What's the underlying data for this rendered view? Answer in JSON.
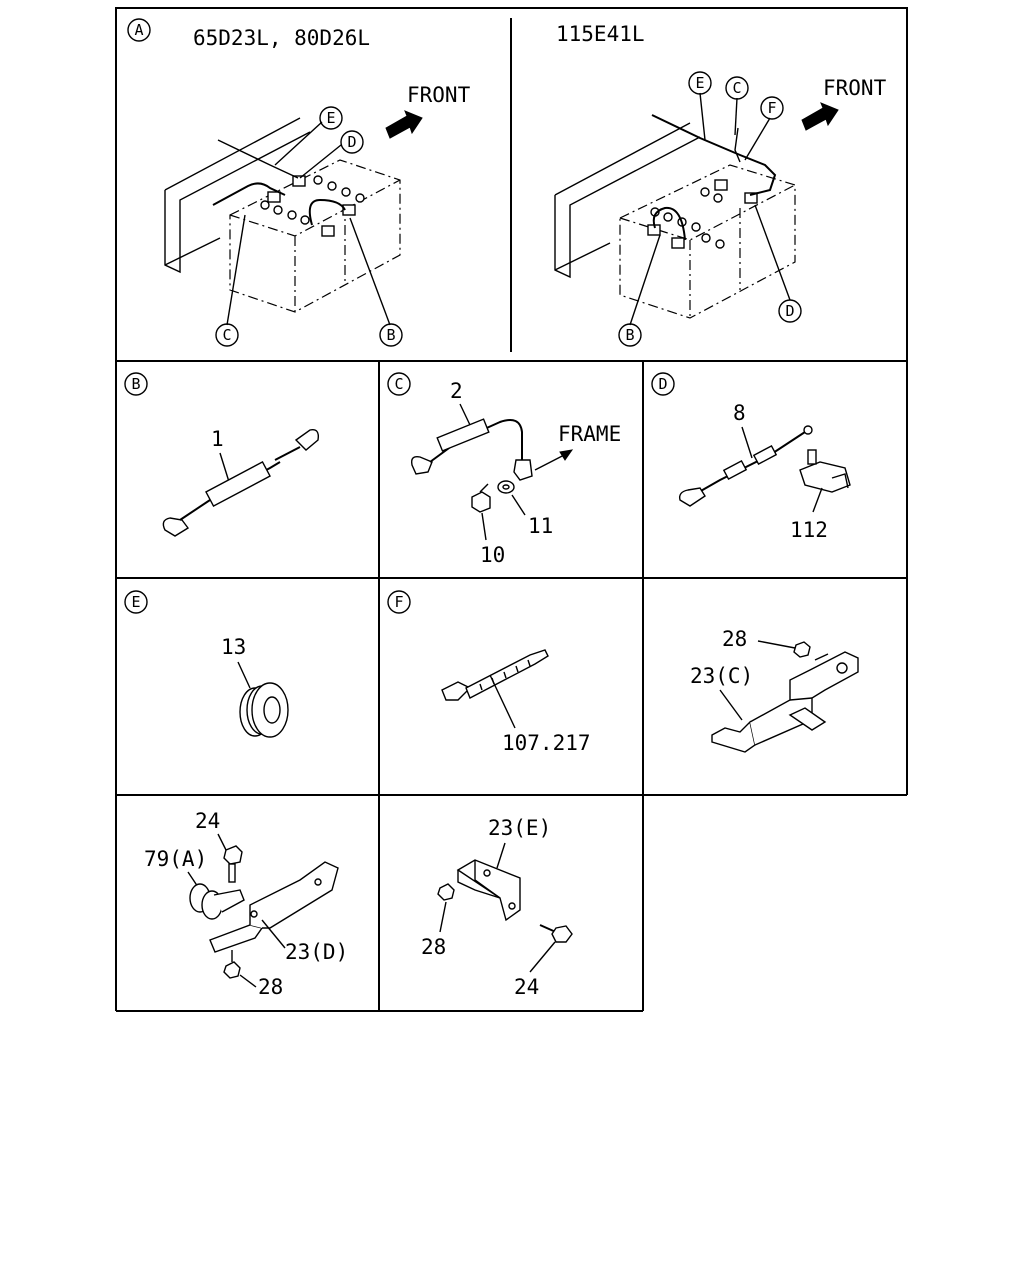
{
  "panels": {
    "a": {
      "letter": "A",
      "left_model": "65D23L, 80D26L",
      "right_model": "115E41L",
      "front_label": "FRONT",
      "callouts": [
        "E",
        "D",
        "C",
        "B",
        "E",
        "C",
        "F",
        "B",
        "D"
      ]
    },
    "b": {
      "letter": "B",
      "parts": [
        "1"
      ]
    },
    "c": {
      "letter": "C",
      "parts": [
        "2",
        "11",
        "10"
      ],
      "frame_label": "FRAME"
    },
    "d": {
      "letter": "D",
      "parts": [
        "8",
        "112"
      ]
    },
    "e": {
      "letter": "E",
      "parts": [
        "13"
      ]
    },
    "f": {
      "letter": "F",
      "parts": [
        "107.217"
      ]
    },
    "g": {
      "parts": [
        "28",
        "23(C)"
      ]
    },
    "h": {
      "parts": [
        "24",
        "79(A)",
        "23(D)",
        "28"
      ]
    },
    "i": {
      "parts": [
        "23(E)",
        "28",
        "24"
      ]
    }
  }
}
